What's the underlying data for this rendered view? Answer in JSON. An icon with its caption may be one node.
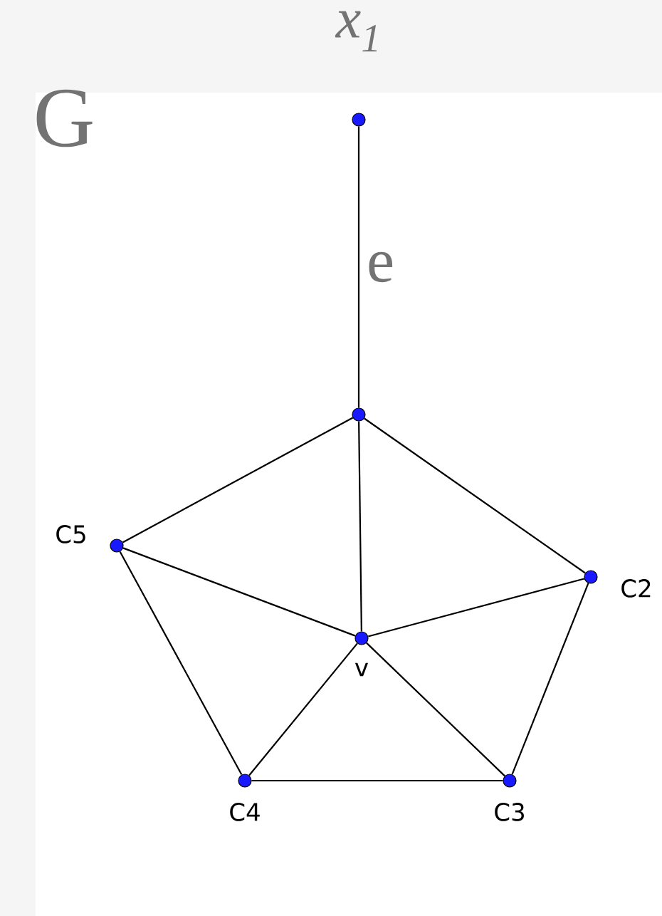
{
  "diagram": {
    "nodes": [
      {
        "text": [],
        "shape": "circle",
        "beside": [
          "x$_{1}$"
        ]
      },
      {
        "text": [],
        "shape": "circle"
      },
      {
        "text": [],
        "shape": "circle",
        "beside": [
          "C5"
        ]
      },
      {
        "text": [],
        "shape": "circle",
        "beside": [
          "C2"
        ]
      },
      {
        "text": [],
        "shape": "circle",
        "beside": [
          "v"
        ]
      },
      {
        "text": [],
        "shape": "circle",
        "beside": [
          "C4"
        ]
      },
      {
        "text": [],
        "shape": "circle",
        "beside": [
          "C3"
        ]
      }
    ],
    "edges": [
      {
        "from": 0,
        "to": 1,
        "arrow": "none",
        "label": "e"
      },
      {
        "from": 1,
        "to": 2,
        "arrow": "none"
      },
      {
        "from": 1,
        "to": 3,
        "arrow": "none"
      },
      {
        "from": 1,
        "to": 4,
        "arrow": "none"
      },
      {
        "from": 2,
        "to": 4,
        "arrow": "none"
      },
      {
        "from": 3,
        "to": 4,
        "arrow": "none"
      },
      {
        "from": 2,
        "to": 5,
        "arrow": "none"
      },
      {
        "from": 3,
        "to": 6,
        "arrow": "none"
      },
      {
        "from": 5,
        "to": 6,
        "arrow": "none"
      },
      {
        "from": 4,
        "to": 5,
        "arrow": "none"
      },
      {
        "from": 4,
        "to": 6,
        "arrow": "none"
      }
    ],
    "labels": [
      "G"
    ]
  }
}
